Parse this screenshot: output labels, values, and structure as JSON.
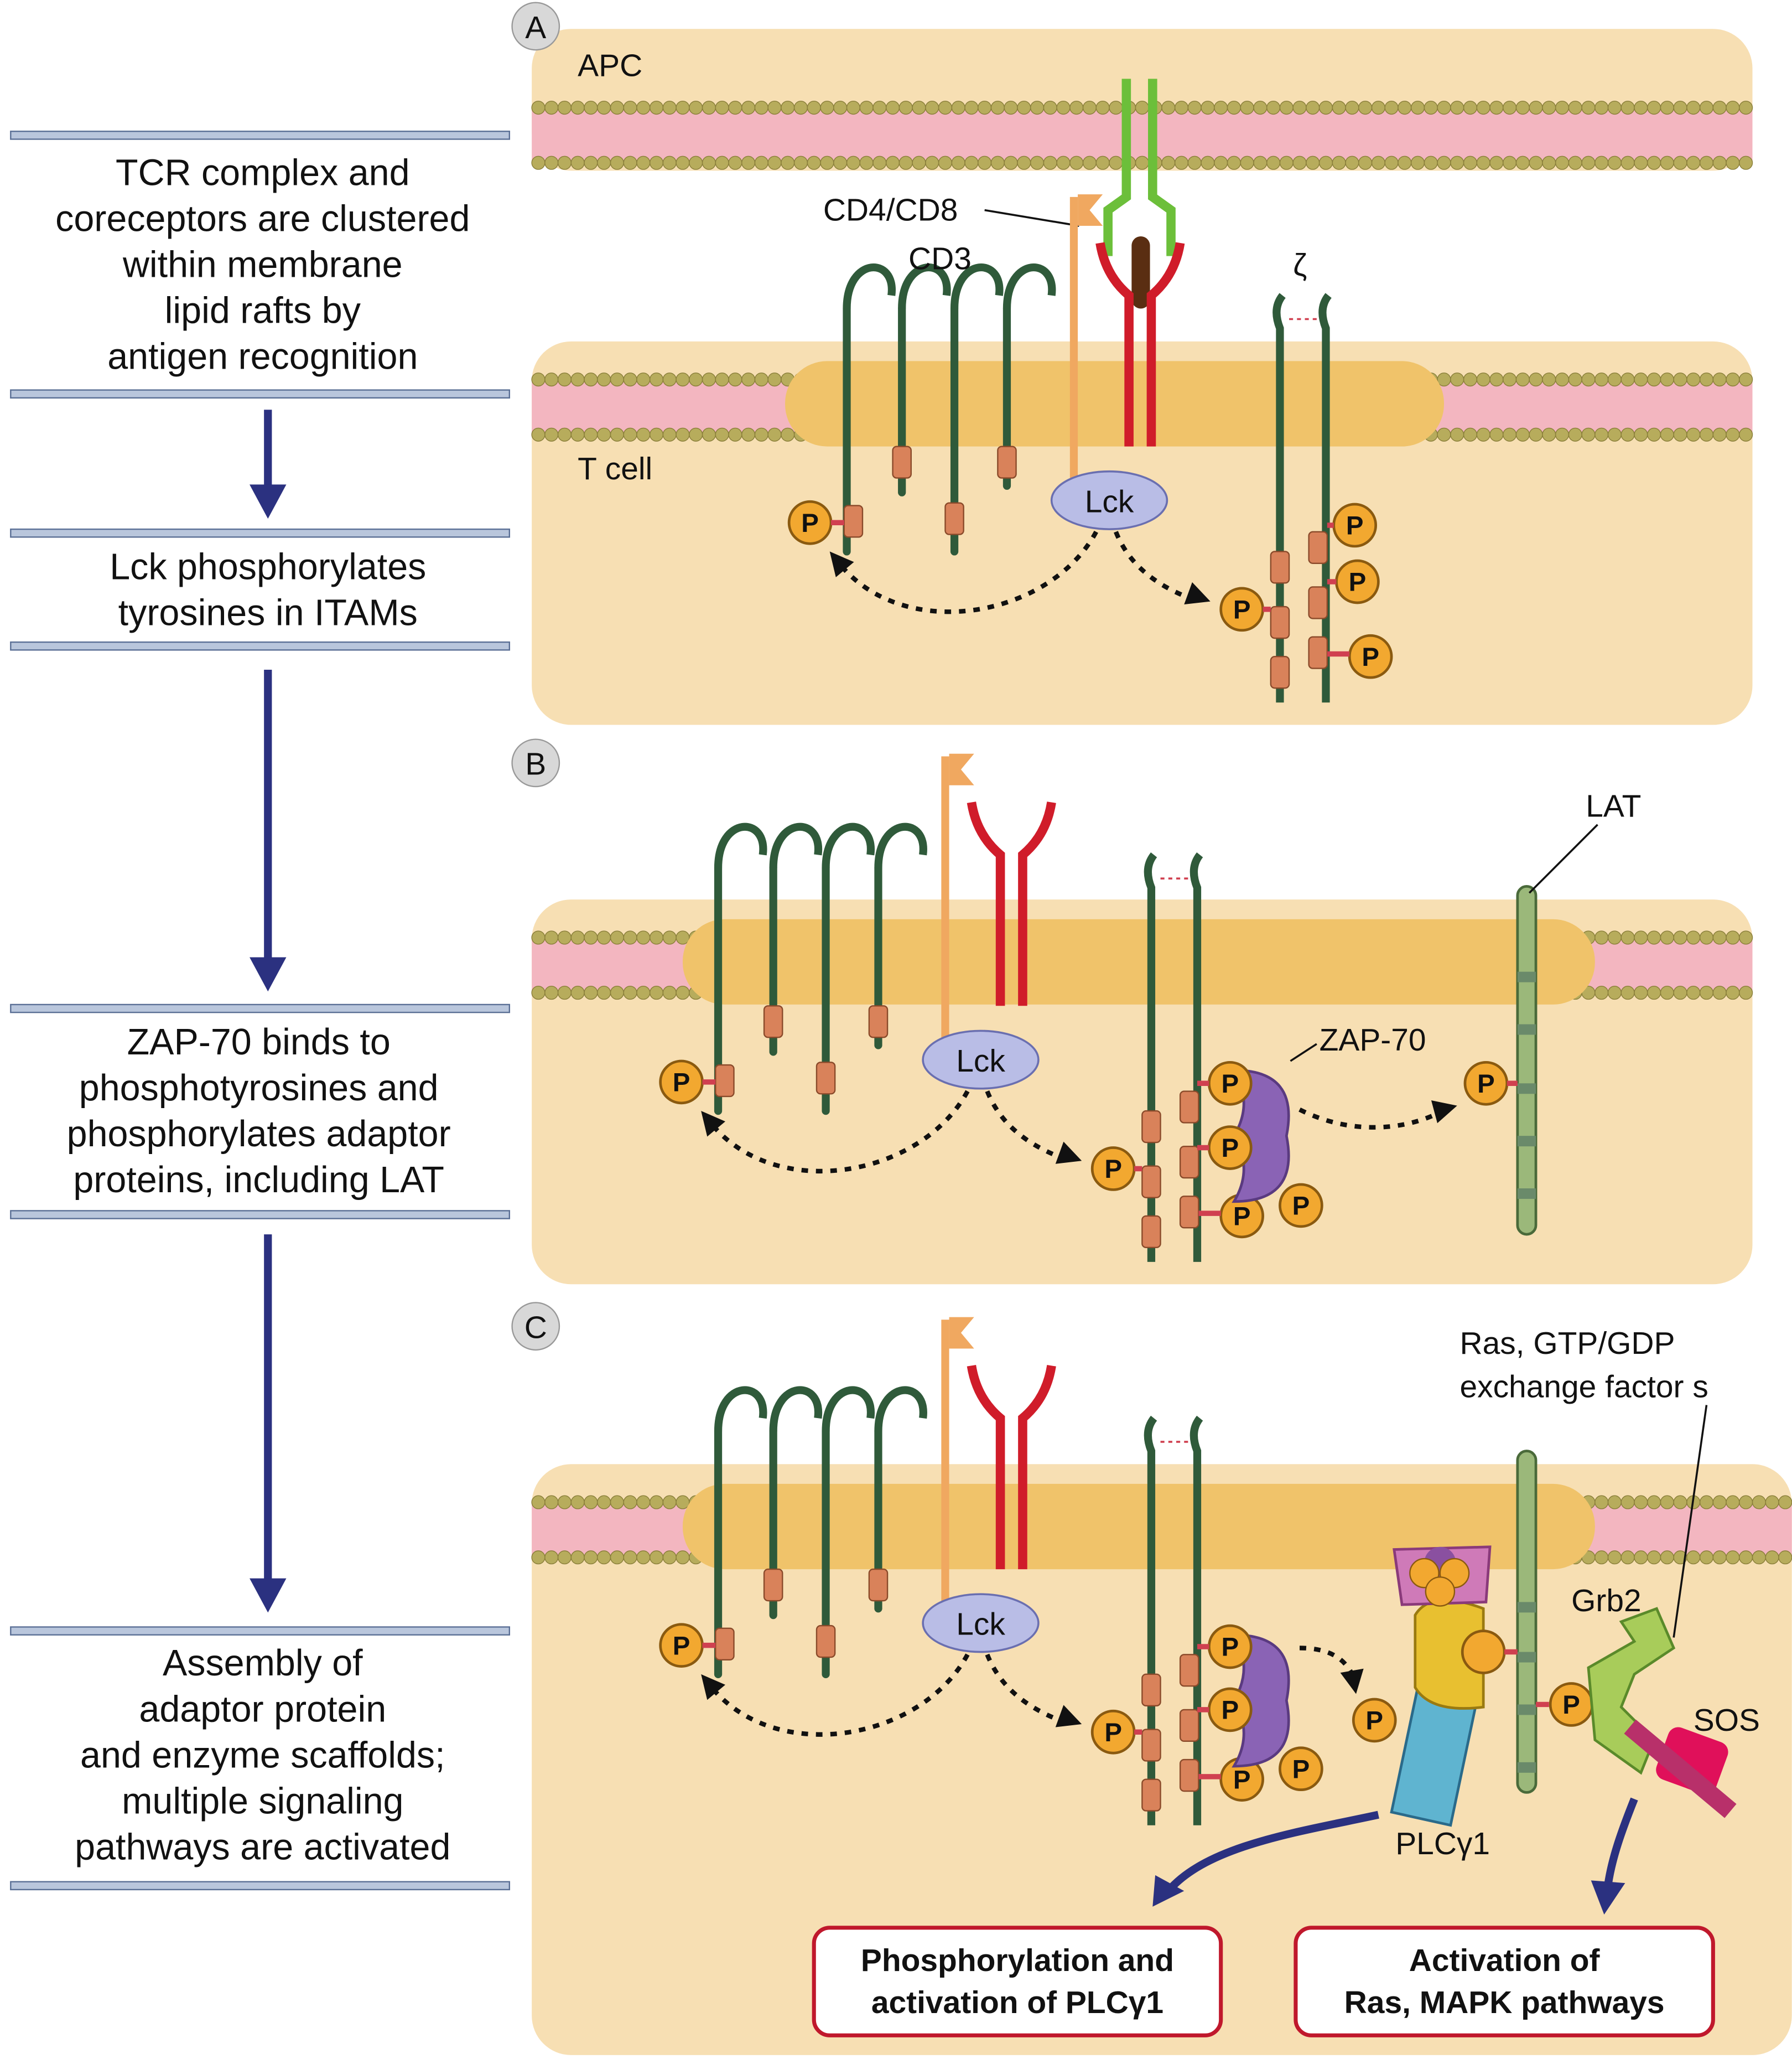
{
  "steps": [
    {
      "lines": [
        "TCR complex and",
        "coreceptors are clustered",
        "within membrane",
        "lipid rafts by",
        "antigen recognition"
      ]
    },
    {
      "lines": [
        "Lck phosphorylates",
        "tyrosines in ITAMs"
      ]
    },
    {
      "lines": [
        "ZAP-70 binds to",
        "phosphotyrosines and",
        "phosphorylates adaptor",
        "proteins, including LAT"
      ]
    },
    {
      "lines": [
        "Assembly of",
        "adaptor protein",
        "and enzyme scaffolds;",
        "multiple signaling",
        "pathways are activated"
      ]
    }
  ],
  "panels": {
    "a": {
      "letter": "A",
      "apc": "APC",
      "tcell": "T cell",
      "coreceptor": "CD4/CD8",
      "cd3": "CD3",
      "zeta": "ζ",
      "lck": "Lck"
    },
    "b": {
      "letter": "B",
      "lat": "LAT",
      "zap70": "ZAP-70",
      "lck": "Lck"
    },
    "c": {
      "letter": "C",
      "ras_gef": [
        "Ras, GTP/GDP",
        "exchange factor  s"
      ],
      "grb2": "Grb2",
      "sos": "SOS",
      "plc": "PLCγ1",
      "lck": "Lck",
      "outcome_left": [
        "Phosphorylation and",
        "activation of PLCγ1"
      ],
      "outcome_right": [
        "Activation of",
        "Ras, MAPK pathways"
      ]
    }
  },
  "phospho_label": "P",
  "colors": {
    "cell_fill": "#f7dfb3",
    "raft": "#f0c36a",
    "bead": "#b7ac5c",
    "lipid": "#f3b6c0",
    "cd3": "#2f5a3a",
    "itam": "#d9825a",
    "phospho": "#f2a830",
    "tcr": "#d01c2a",
    "mhc": "#6cbf3a",
    "coreceptor": "#f0a860",
    "lck": "#b9bde6",
    "zap70": "#8a63b5",
    "lat": "#9bb87a",
    "arrow": "#2b3180",
    "outcome_border": "#c0182c"
  }
}
